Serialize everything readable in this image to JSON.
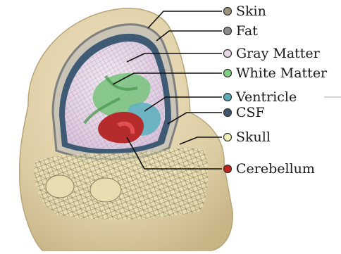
{
  "diagram": {
    "legend": [
      {
        "key": "skin",
        "label": "Skin",
        "color": "#9c9279"
      },
      {
        "key": "fat",
        "label": "Fat",
        "color": "#8a8a8a"
      },
      {
        "key": "gray-matter",
        "label": "Gray Matter",
        "color": "#e8d8ea"
      },
      {
        "key": "white-matter",
        "label": "White Matter",
        "color": "#7ed07e"
      },
      {
        "key": "ventricle",
        "label": "Ventricle",
        "color": "#5aaab8"
      },
      {
        "key": "csf",
        "label": "CSF",
        "color": "#3e5670"
      },
      {
        "key": "skull",
        "label": "Skull",
        "color": "#f3efb8"
      },
      {
        "key": "cerebellum",
        "label": "Cerebellum",
        "color": "#c21f1f"
      }
    ]
  }
}
